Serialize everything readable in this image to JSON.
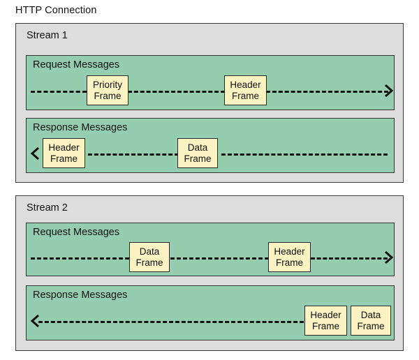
{
  "diagram": {
    "title": "HTTP Connection",
    "type": "http2-multiplexing-diagram",
    "colors": {
      "stream_background": "#dddddd",
      "message_band_background": "#95cdaf",
      "frame_background": "#fbf3c2",
      "line": "#111111",
      "border": "#333333",
      "page_background": "#ffffff"
    }
  },
  "streams": [
    {
      "label": "Stream 1",
      "bands": [
        {
          "label": "Request Messages",
          "direction": "right",
          "arrow_icon": "chevron-right-icon",
          "frames": [
            {
              "line1": "Priority",
              "line2": "Frame",
              "name": "priority-frame"
            },
            {
              "line1": "Header",
              "line2": "Frame",
              "name": "header-frame"
            }
          ]
        },
        {
          "label": "Response Messages",
          "direction": "left",
          "arrow_icon": "chevron-left-icon",
          "frames": [
            {
              "line1": "Header",
              "line2": "Frame",
              "name": "header-frame"
            },
            {
              "line1": "Data",
              "line2": "Frame",
              "name": "data-frame"
            }
          ]
        }
      ]
    },
    {
      "label": "Stream 2",
      "bands": [
        {
          "label": "Request Messages",
          "direction": "right",
          "arrow_icon": "chevron-right-icon",
          "frames": [
            {
              "line1": "Data",
              "line2": "Frame",
              "name": "data-frame"
            },
            {
              "line1": "Header",
              "line2": "Frame",
              "name": "header-frame"
            }
          ]
        },
        {
          "label": "Response Messages",
          "direction": "left",
          "arrow_icon": "chevron-left-icon",
          "frames": [
            {
              "line1": "Header",
              "line2": "Frame",
              "name": "header-frame"
            },
            {
              "line1": "Data",
              "line2": "Frame",
              "name": "data-frame"
            }
          ]
        }
      ]
    }
  ]
}
